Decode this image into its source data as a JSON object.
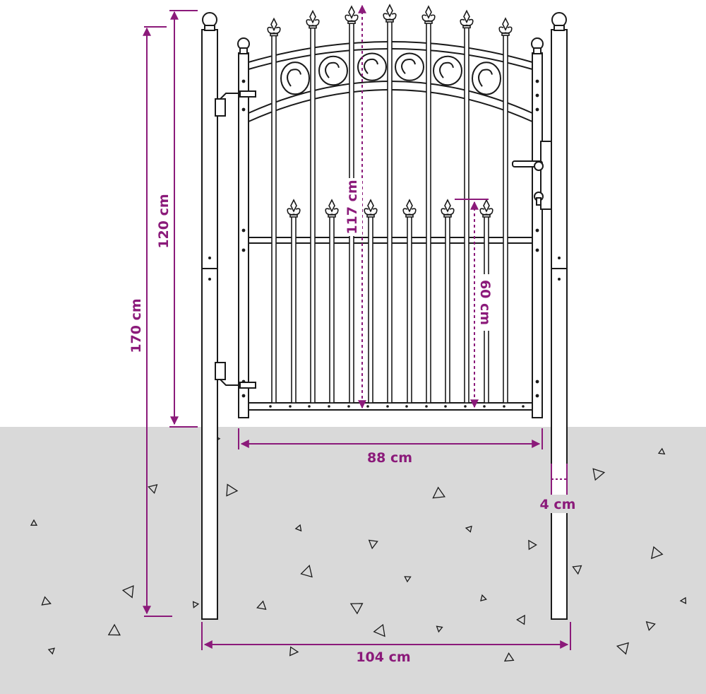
{
  "colors": {
    "dimension": "#8b1a7a",
    "ground": "#d9d9d9",
    "line": "#1a1a1a",
    "background": "#ffffff"
  },
  "dimensions": {
    "total_height": "170 cm",
    "above_ground_height": "120 cm",
    "gate_height": "117 cm",
    "lower_section_height": "60 cm",
    "gate_width": "88 cm",
    "post_width": "4 cm",
    "total_width": "104 cm"
  }
}
